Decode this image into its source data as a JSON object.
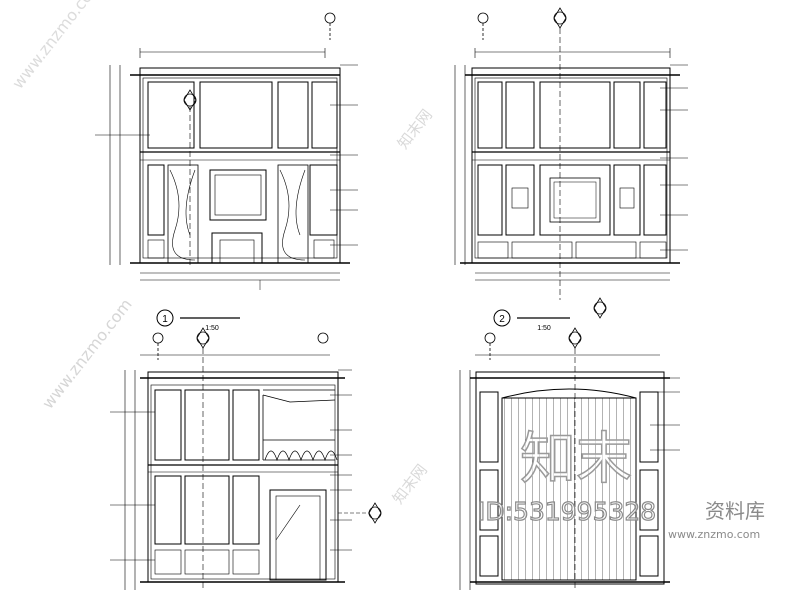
{
  "drawings": [
    {
      "number": "1",
      "scale": "1:50"
    },
    {
      "number": "2",
      "scale": "1:50"
    }
  ],
  "watermark": {
    "site_url": "www.znzmo.com",
    "logo_text": "知末",
    "id_text": "ID:531995328",
    "library_text": "资料库",
    "vertical_text": "知末网"
  }
}
